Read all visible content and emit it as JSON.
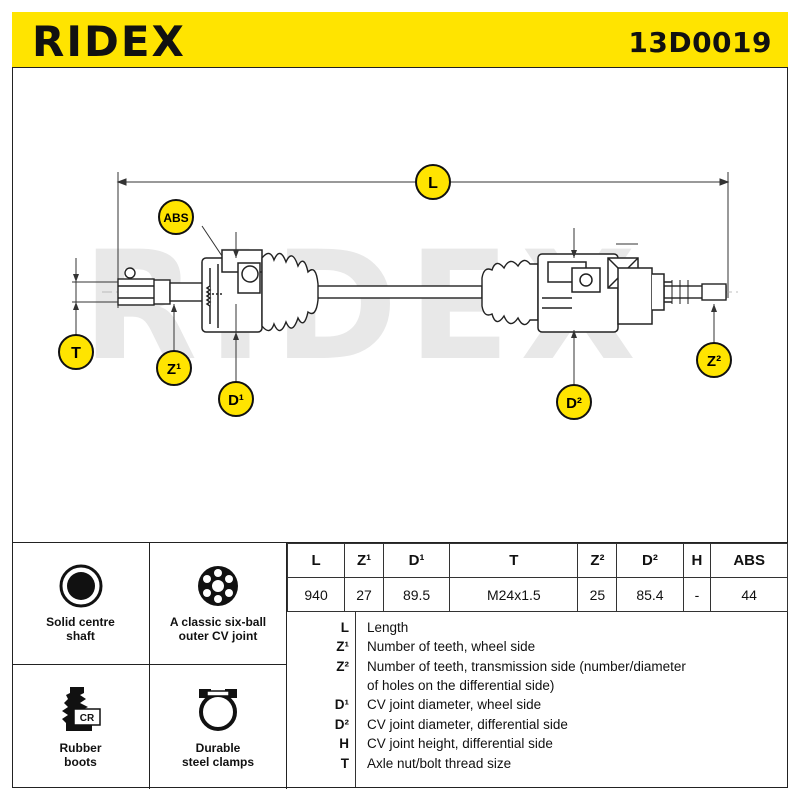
{
  "header": {
    "brand": "RIDEX",
    "part_number": "13D0019"
  },
  "drawing": {
    "watermark": "RIDEX",
    "labels": {
      "L": "L",
      "ABS": "ABS",
      "T": "T",
      "Z1": "Z¹",
      "D1": "D¹",
      "D2": "D²",
      "Z2": "Z²"
    }
  },
  "features": [
    {
      "icon": "solid-shaft-icon",
      "label_line1": "Solid centre",
      "label_line2": "shaft"
    },
    {
      "icon": "six-ball-joint-icon",
      "label_line1": "A classic six-ball",
      "label_line2": "outer CV joint"
    },
    {
      "icon": "rubber-boot-icon",
      "label_line1": "Rubber",
      "label_line2": "boots",
      "badge": "CR"
    },
    {
      "icon": "steel-clamp-icon",
      "label_line1": "Durable",
      "label_line2": "steel clamps"
    }
  ],
  "spec_table": {
    "headers": [
      "L",
      "Z¹",
      "D¹",
      "T",
      "Z²",
      "D²",
      "H",
      "ABS"
    ],
    "values": [
      "940",
      "27",
      "89.5",
      "M24x1.5",
      "25",
      "85.4",
      "-",
      "44"
    ]
  },
  "legend": [
    {
      "key": "L",
      "text": "Length"
    },
    {
      "key": "Z¹",
      "text": "Number of teeth, wheel side"
    },
    {
      "key": "Z²",
      "text": "Number of teeth, transmission side (number/diameter"
    },
    {
      "key": "",
      "text": "of holes on the differential side)"
    },
    {
      "key": "D¹",
      "text": "CV joint diameter, wheel side"
    },
    {
      "key": "D²",
      "text": "CV joint diameter, differential side"
    },
    {
      "key": "H",
      "text": "CV joint height, differential side"
    },
    {
      "key": "T",
      "text": "Axle nut/bolt thread size"
    }
  ],
  "colors": {
    "brand_yellow": "#ffe400",
    "line": "#222222",
    "badge_bg": "#ffe400",
    "watermark": "#e6e6e6"
  }
}
